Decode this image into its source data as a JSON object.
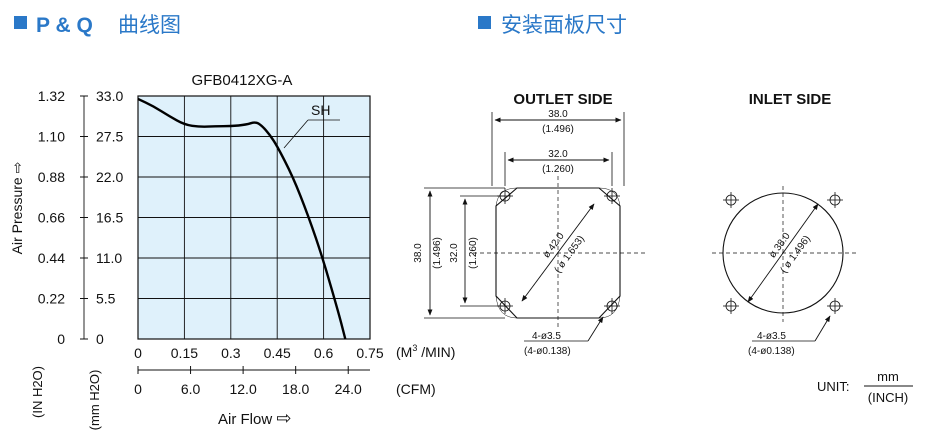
{
  "header": {
    "left_prefix": "P & Q",
    "left_suffix": "曲线图",
    "right_title": "安装面板尺寸",
    "accent": "#2a78c8"
  },
  "chart_data": {
    "type": "line",
    "title": "GFB0412XG-A",
    "curve_label": "SH",
    "ylabel": "Air Pressure",
    "ylabel_arrow": "⇨",
    "y_ticks_inh2o": [
      "1.32",
      "1.10",
      "0.88",
      "0.66",
      "0.44",
      "0.22",
      "0"
    ],
    "y_ticks_mmh2o": [
      "33.0",
      "27.5",
      "22.0",
      "16.5",
      "11.0",
      "5.5",
      "0"
    ],
    "y_unit_inh2o": "(IN H2O)",
    "y_unit_mmh2o": "(mm H2O)",
    "ylim_mmh2o": [
      0,
      33
    ],
    "x_ticks_m3": [
      "0",
      "0.15",
      "0.3",
      "0.45",
      "0.6",
      "0.75"
    ],
    "x_ticks_cfm": [
      "0",
      "6.0",
      "12.0",
      "18.0",
      "24.0"
    ],
    "x_unit_m3_base": "(M",
    "x_unit_m3_sup": "3",
    "x_unit_m3_rest": " /MIN)",
    "x_unit_cfm": "(CFM)",
    "xlabel": "Air Flow",
    "xlabel_arrow": "⇨",
    "xlim_m3min": [
      0,
      0.75
    ],
    "series": [
      {
        "name": "SH",
        "x": [
          0,
          0.05,
          0.1,
          0.15,
          0.2,
          0.25,
          0.3,
          0.35,
          0.38,
          0.4,
          0.425,
          0.45,
          0.5,
          0.55,
          0.6,
          0.65,
          0.67
        ],
        "y": [
          32.6,
          31.6,
          30.3,
          29.1,
          28.8,
          28.9,
          28.9,
          29.1,
          29.5,
          29.0,
          27.8,
          26.2,
          22.1,
          16.8,
          10.6,
          3.3,
          0
        ]
      }
    ],
    "grid": true,
    "plot_background": "#dff1fb"
  },
  "outlet": {
    "title": "OUTLET SIDE",
    "dim_outer_mm": "38.0",
    "dim_outer_inch": "(1.496)",
    "dim_inner_mm": "32.0",
    "dim_inner_inch": "(1.260)",
    "dia_mm": "ø 42.0",
    "dia_inch": "( ø 1.653)",
    "hole_mm": "4-ø3.5",
    "hole_inch": "(4-ø0.138)"
  },
  "inlet": {
    "title": "INLET SIDE",
    "dia_mm": "ø 38.0",
    "dia_inch": "( ø 1.496)",
    "hole_mm": "4-ø3.5",
    "hole_inch": "(4-ø0.138)"
  },
  "unit": {
    "label": "UNIT:",
    "top": "mm",
    "bottom": "(INCH)"
  }
}
